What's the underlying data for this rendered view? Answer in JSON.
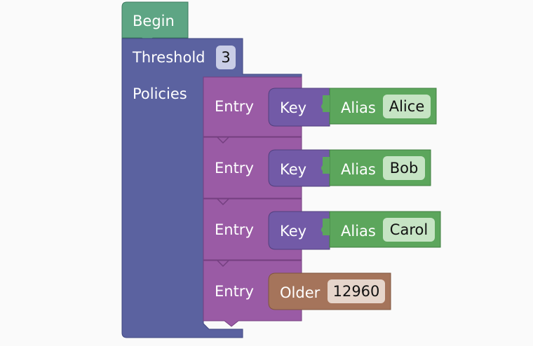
{
  "workspace": {
    "background": "#fafafa"
  },
  "colors": {
    "begin": "#5ea584",
    "container": "#5b62a0",
    "entry": "#9a5ba5",
    "key": "#725aa7",
    "alias": "#5ca65c",
    "older": "#a5745b",
    "field_bg": "#c9d0e0"
  },
  "blocks": {
    "begin": {
      "label": "Begin"
    },
    "threshold": {
      "label": "Threshold",
      "value": "3"
    },
    "policies": {
      "label": "Policies"
    },
    "entries": [
      {
        "label": "Entry",
        "key_label": "Key",
        "alias_label": "Alias",
        "alias_value": "Alice"
      },
      {
        "label": "Entry",
        "key_label": "Key",
        "alias_label": "Alias",
        "alias_value": "Bob"
      },
      {
        "label": "Entry",
        "key_label": "Key",
        "alias_label": "Alias",
        "alias_value": "Carol"
      },
      {
        "label": "Entry",
        "older_label": "Older",
        "older_value": "12960"
      }
    ]
  }
}
